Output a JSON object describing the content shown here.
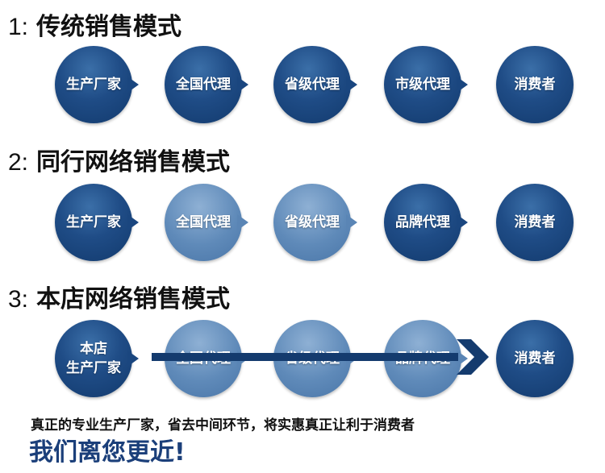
{
  "rows": [
    {
      "number": "1:",
      "title": "传统销售模式",
      "nodes": [
        "生产厂家",
        "全国代理",
        "省级代理",
        "市级代理",
        "消费者"
      ]
    },
    {
      "number": "2:",
      "title": "同行网络销售模式",
      "nodes": [
        "生产厂家",
        "全国代理",
        "省级代理",
        "品牌代理",
        "消费者"
      ]
    },
    {
      "number": "3:",
      "title": "本店网络销售模式",
      "nodes": [
        "本店\n生产厂家",
        "全国代理",
        "省级代理",
        "品牌代理",
        "消费者"
      ]
    }
  ],
  "slogan": "真正的专业生产厂家，省去中间环节，将实惠真正让利于消费者",
  "headline": "我们离您更近!",
  "colors": {
    "dark_node": "#1f4c86",
    "light_node": "#5f8ab9",
    "arrow": "#143b6e",
    "headline": "#1b3f7a"
  }
}
